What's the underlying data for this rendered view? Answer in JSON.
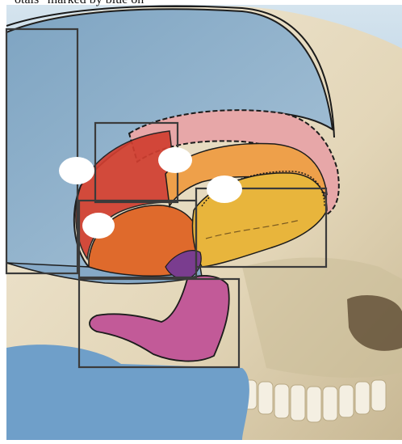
{
  "caption": {
    "prefix": "otals\" marked by blue on",
    "tail": ""
  },
  "figure": {
    "description_colors": {
      "sky_top": "#c7dbe8",
      "sky_bottom": "#6e9fc8",
      "bone": "#e9dfc7",
      "bone_shade": "#c9b996",
      "frontal_blue": "#8fb1cc",
      "parietal_pink": "#e6a4a4",
      "occipital_red": "#cf3f2f",
      "temporal_orange": "#e58a3a",
      "sphenoid_yellow": "#e8b43e",
      "zygomatic_magenta": "#b54e8f",
      "marker_white": "#ffffff",
      "box_stroke": "#3a3a3a"
    },
    "markers": [
      {
        "id": "marker-1"
      },
      {
        "id": "marker-2"
      },
      {
        "id": "marker-3"
      },
      {
        "id": "marker-4"
      }
    ]
  }
}
